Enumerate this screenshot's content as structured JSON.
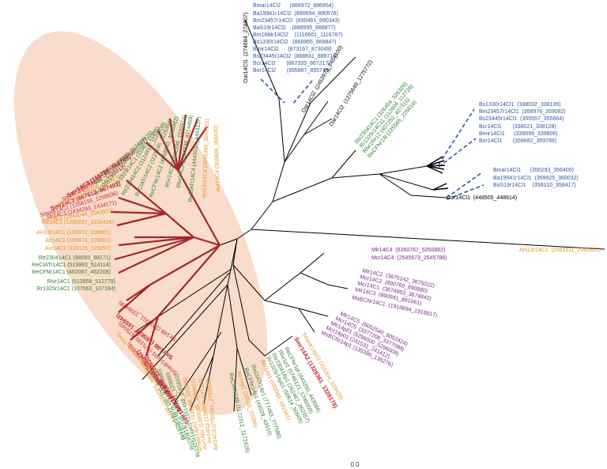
{
  "colors": {
    "highlight": "#f9dccb",
    "red": "#c0242b",
    "red_branch": "#a3262a",
    "green": "#2f7f2f",
    "orange": "#e49424",
    "blue": "#2d56a8",
    "purple": "#7f1f8f",
    "black": "#000000"
  },
  "scale_label": "0.0",
  "labels": [
    {
      "id": "bl-1",
      "text": "Bmar14Cl2      (886972_886854)",
      "color": "blue"
    },
    {
      "id": "bl-2",
      "text": "Ba19941r14Cl2  (890694_890576)",
      "color": "blue"
    },
    {
      "id": "bl-3",
      "text": "Bm23457r14Cl2  (890461_890343)",
      "color": "blue"
    },
    {
      "id": "bl-4",
      "text": "BaS19r14Cl2    (888995_888877)",
      "color": "blue"
    },
    {
      "id": "bl-5",
      "text": "Bm16Mr14Cl2    (1116661_1116787)",
      "color": "blue"
    },
    {
      "id": "bl-6",
      "text": "Bs1330r14Cl2   (868965_868847)",
      "color": "blue"
    },
    {
      "id": "bl-7",
      "text": "Bmir14Cl2      (873167_873049)",
      "color": "blue"
    },
    {
      "id": "bl-8",
      "text": "Bs23445r14Cl2  (888831_888713)",
      "color": "blue"
    },
    {
      "id": "bl-9",
      "text": "Bcr14Cl2       (867335_867217)",
      "color": "blue"
    },
    {
      "id": "bl-10",
      "text": "Bor14Cl2       (895867_895749)",
      "color": "blue"
    },
    {
      "id": "bl-11",
      "text": "Bs1330r14Cl1  (338032_338139)",
      "color": "blue"
    },
    {
      "id": "bl-12",
      "text": "Bm23457r14Cl1  (358976_359082)",
      "color": "blue"
    },
    {
      "id": "bl-13",
      "text": "Bs23445r14Cl1  (355557_355664)",
      "color": "blue"
    },
    {
      "id": "bl-14",
      "text": "Bcr14Cl1       (338021_338128)",
      "color": "blue"
    },
    {
      "id": "bl-15",
      "text": "Bmir14Cl1      (339699_339806)",
      "color": "blue"
    },
    {
      "id": "bl-16",
      "text": "Bor14Cl1       (359682_359789)",
      "color": "blue"
    },
    {
      "id": "bl-17",
      "text": "Bmar14Cl1      (356293_356400)",
      "color": "blue"
    },
    {
      "id": "bl-18",
      "text": "Ba19941r14Cl1  (359925_360032)",
      "color": "blue"
    },
    {
      "id": "bl-19",
      "text": "BaS19r14Cl1    (358310_358417)",
      "color": "blue"
    },
    {
      "id": "bk-1",
      "text": "Oar14Cl1  (448505_448614)",
      "color": "black"
    },
    {
      "id": "bk-2",
      "text": "Oar14Cl1  (274684_274807)",
      "color": "black"
    },
    {
      "id": "bk-3",
      "text": "Oar14Cl2  (2453973_2454100)",
      "color": "black"
    },
    {
      "id": "bk-4",
      "text": "Oar14Cl2  (1275649_1275772)",
      "color": "black"
    },
    {
      "id": "or-1",
      "text": "AH13r14C2  (2081511_2081622)",
      "color": "orange"
    },
    {
      "id": "gr-1",
      "text": "Rtr230414C1 (326454_326328)",
      "color": "green"
    },
    {
      "id": "gr-2",
      "text": "Rr1325r14C11 (112604_112728)",
      "color": "green"
    },
    {
      "id": "gr-3",
      "text": "Rlvr1Rr12 (407252_407316)",
      "color": "green"
    },
    {
      "id": "gr-4",
      "text": "ReCFNr14l (225565_225816)",
      "color": "green"
    },
    {
      "id": "pu-1",
      "text": "Mlr14C4  (5350767_5350882)",
      "color": "purple"
    },
    {
      "id": "pu-2",
      "text": "Mcr14C4  (2545673_2545788)",
      "color": "purple"
    },
    {
      "id": "pu-3",
      "text": "Mlr14C2  (3675142_3675022)",
      "color": "purple"
    },
    {
      "id": "pu-4",
      "text": "Mcr14C2  (890760_890880)",
      "color": "purple"
    },
    {
      "id": "pu-5",
      "text": "Mcr14C1  (3674963_3674843)",
      "color": "purple"
    },
    {
      "id": "pu-6",
      "text": "Mlr14C3  (890941_891061)",
      "color": "purple"
    },
    {
      "id": "pu-7",
      "text": "MsBCNr14C1  (1916694_1916817)",
      "color": "purple"
    },
    {
      "id": "pu-8",
      "text": "Mlr14C5  (6052540_6052424)",
      "color": "purple"
    },
    {
      "id": "pu-9",
      "text": "Mcr14C5  (3377208_3377088)",
      "color": "purple"
    },
    {
      "id": "pu-10",
      "text": "Mlr14p01 (5296000_5296008)",
      "color": "purple"
    },
    {
      "id": "pu-11",
      "text": "Mcr14p01 (241531_241412)",
      "color": "purple"
    },
    {
      "id": "pu-12",
      "text": "MsBCNr14p1 (135396_135276)",
      "color": "purple"
    },
    {
      "id": "rd-1",
      "text": "Smr14A2 (1328361_1328178)",
      "color": "red",
      "bold": true
    },
    {
      "id": "or-2",
      "text": "Smedr14p02 (316304_316428)",
      "color": "orange"
    },
    {
      "id": "gr-5",
      "text": "ReCFNr1pl (443200_443084)",
      "color": "green"
    },
    {
      "id": "gr-6",
      "text": "Rlvr1p1 (5746121_5746000)",
      "color": "green"
    },
    {
      "id": "gr-7",
      "text": "Rtr230414p1 (262467_262357)",
      "color": "green"
    },
    {
      "id": "gr-8",
      "text": "Rr1325r14p01 (50614_50505)",
      "color": "green"
    },
    {
      "id": "or-3",
      "text": "Avr14p1 (582060_581941)",
      "color": "orange"
    },
    {
      "id": "gr-9",
      "text": "ReCIATr14p1 (777463_777580)",
      "color": "green"
    },
    {
      "id": "gr-10",
      "text": "ReCFNr14p1 (44029_43910)",
      "color": "green"
    },
    {
      "id": "or-4",
      "text": "Atr14p1 (20516_20396)",
      "color": "orange"
    },
    {
      "id": "gr-11",
      "text": "ReCIATr14B (1172312_1172428)",
      "color": "green"
    },
    {
      "id": "or-5",
      "text": "Avr14C3 (2783391_2783508)",
      "color": "orange"
    },
    {
      "id": "or-6",
      "text": "Atr14l1p (136995_137113)",
      "color": "orange"
    },
    {
      "id": "or-7",
      "text": "Avr14Bc (1389035_1389152)",
      "color": "orange"
    },
    {
      "id": "or-8",
      "text": "Smedr14p02 (335868_335986)",
      "color": "orange"
    },
    {
      "id": "gr-12",
      "text": "Rr1325r14p01 (1161493_1161610)",
      "color": "green"
    },
    {
      "id": "gr-13",
      "text": "Rr230414r14B (120441_120560)",
      "color": "green"
    },
    {
      "id": "gr-14",
      "text": "Rr1325r14B (877168_877050)",
      "color": "green"
    },
    {
      "id": "gr-15",
      "text": "Rr1325r14p12 (887300_887193)",
      "color": "green"
    },
    {
      "id": "or-9",
      "text": "Avr14B (1094565_1094662)",
      "color": "orange"
    },
    {
      "id": "rd-2",
      "text": "Smr14A1 (1220836_1220930)",
      "color": "red",
      "bold": true
    },
    {
      "id": "rd-3",
      "text": "Smr14C1 (206858_206962)",
      "color": "red",
      "bold": true
    },
    {
      "id": "rd-4",
      "text": "Smedr14C1 (350547_350659)",
      "color": "red"
    },
    {
      "id": "or-10",
      "text": "Avr14B (7318_7444)",
      "color": "orange"
    },
    {
      "id": "rd-5",
      "text": "Smedr14p01 (675190_675045)",
      "color": "red"
    },
    {
      "id": "rd-6",
      "text": "Smr14B (165826_165943)",
      "color": "red",
      "bold": true
    },
    {
      "id": "rd-7",
      "text": "Str14B (2205311_2205428)",
      "color": "red"
    },
    {
      "id": "gr-16",
      "text": "Rlvr14C1 (512858_512779)",
      "color": "green"
    },
    {
      "id": "gr-17",
      "text": "Rr1325r14C1 (107063_107184)",
      "color": "green"
    },
    {
      "id": "gr-18",
      "text": "ReCFNr14C1 (462087_462208)",
      "color": "green"
    },
    {
      "id": "gr-19",
      "text": "ReCIATr14C1 (513993_514114)",
      "color": "green"
    },
    {
      "id": "gr-20",
      "text": "Rtr230414C1 (98050_98171)",
      "color": "green"
    },
    {
      "id": "or-11",
      "text": "Avr14C1 (115126_115257)",
      "color": "orange"
    },
    {
      "id": "or-12",
      "text": "Atr14C1 (109473_109601)",
      "color": "orange"
    },
    {
      "id": "or-13",
      "text": "AH13r14C1 (109372_109501)",
      "color": "orange"
    },
    {
      "id": "or-14",
      "text": "Atr14C1 (1230297_1230428)",
      "color": "orange"
    },
    {
      "id": "or-15",
      "text": "Avr14C2 (2044044_2043913)",
      "color": "orange"
    },
    {
      "id": "rd-8",
      "text": "Str14C3 (1434293_1434171)",
      "color": "red"
    },
    {
      "id": "rd-9",
      "text": "Smedr14C2 (1258155_1258036)",
      "color": "red"
    },
    {
      "id": "rd-10",
      "text": "Smr14C2 (667613_667491)",
      "color": "red",
      "bold": true
    },
    {
      "id": "or-16",
      "text": "Atr14C2 (1169408_1169279)",
      "color": "orange"
    },
    {
      "id": "rd-11",
      "text": "Str14C2 (1258431_1258312)",
      "color": "red"
    },
    {
      "id": "rd-12",
      "text": "Smr14C3 (166789_166789)",
      "color": "red",
      "bold": true
    },
    {
      "id": "rd-13",
      "text": "Str14C2 (1434588_1434468)",
      "color": "red"
    },
    {
      "id": "gr-21",
      "text": "Rlvr14C1 (217049_217439)",
      "color": "green"
    },
    {
      "id": "gr-22",
      "text": "Rr1325r14C2 (1037156_1037275)",
      "color": "green"
    },
    {
      "id": "gr-23",
      "text": "Rr1325r14C1 (11063_11185)",
      "color": "green"
    },
    {
      "id": "gr-24",
      "text": "Rtr230414C2 (1124419_1124538)",
      "color": "green"
    },
    {
      "id": "gr-25",
      "text": "ReCIATr14C2 (1115245_1115364)",
      "color": "green"
    },
    {
      "id": "gr-26",
      "text": "ReCFNr14C2 (4068843_4068962)",
      "color": "green"
    },
    {
      "id": "gr-27",
      "text": "Rlvr14C2 (1032396_1032515)",
      "color": "green"
    },
    {
      "id": "gr-28",
      "text": "Rlvr14C3 (4114338_4114459)",
      "color": "green"
    },
    {
      "id": "gr-29",
      "text": "ReCIATr14C4 (4443016_4443137)",
      "color": "green"
    },
    {
      "id": "or-17",
      "text": "AH13r14C4 (3945390_3945511)",
      "color": "orange"
    },
    {
      "id": "or-18",
      "text": "Avr14C4 (355906_356030)",
      "color": "orange"
    }
  ]
}
